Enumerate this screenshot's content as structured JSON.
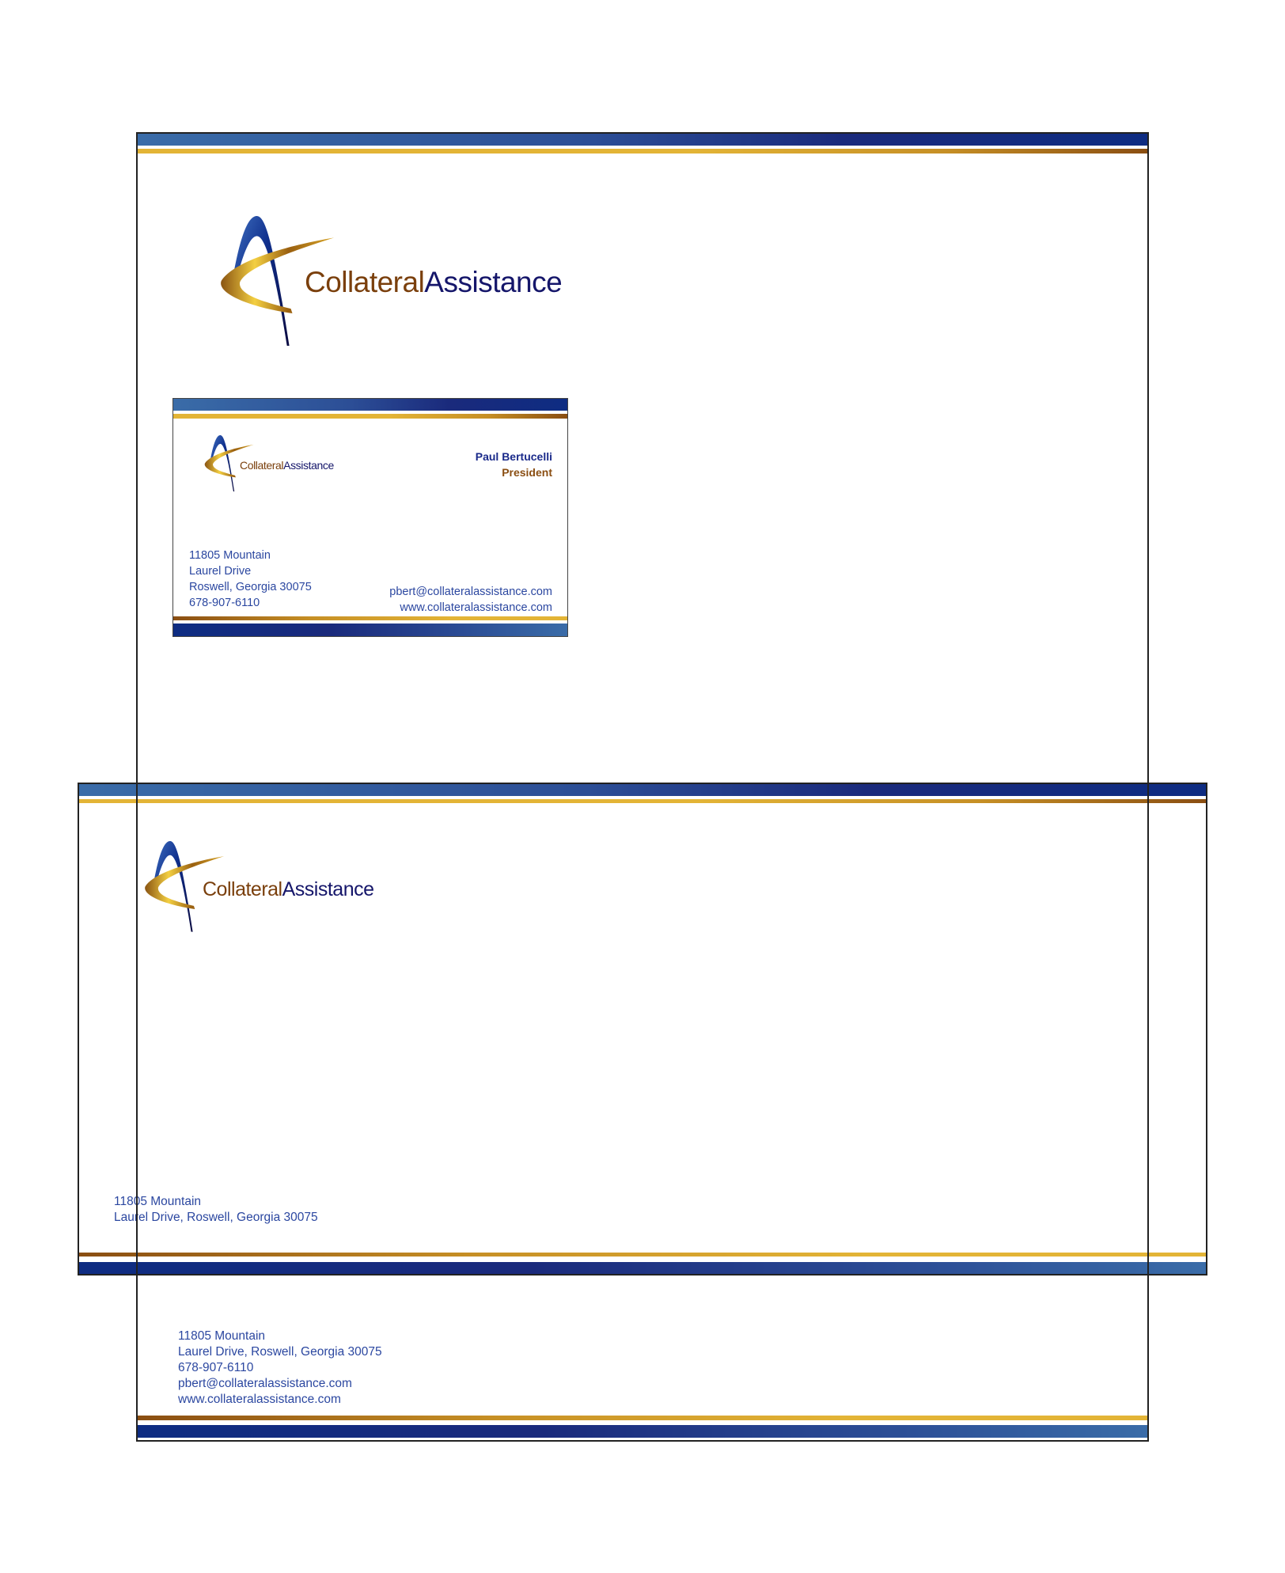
{
  "brand": {
    "name_part1": "Collateral",
    "name_part2": "Assistance"
  },
  "colors": {
    "navy": "#0e2c82",
    "blue_light": "#3a6ca8",
    "gold": "#e3b436",
    "brown": "#7a3f0c",
    "text_blue": "#2b47a0"
  },
  "letterhead": {
    "footer": [
      "11805 Mountain",
      "Laurel Drive, Roswell, Georgia 30075",
      "678-907-6110",
      "pbert@collateralassistance.com",
      "www.collateralassistance.com"
    ]
  },
  "business_card": {
    "name": "Paul Bertucelli",
    "title": "President",
    "address": [
      "11805 Mountain",
      "Laurel Drive",
      "Roswell, Georgia 30075",
      "678-907-6110"
    ],
    "email": "pbert@collateralassistance.com",
    "website": "www.collateralassistance.com"
  },
  "envelope": {
    "return_address": [
      "11805 Mountain",
      "Laurel Drive, Roswell, Georgia 30075"
    ]
  }
}
